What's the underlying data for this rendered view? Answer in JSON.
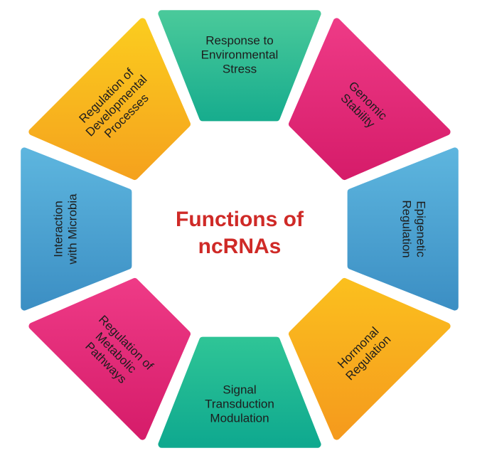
{
  "title": {
    "lines": [
      "Functions of",
      "ncRNAs"
    ]
  },
  "segments": [
    {
      "id": "response-to-environmental-stress",
      "lines": [
        "Response to",
        "Environmental",
        "Stress"
      ],
      "color_top": "#49c99a",
      "color_bottom": "#18ad8e"
    },
    {
      "id": "genomic-stability",
      "lines": [
        "Genomic",
        "Stability"
      ],
      "color_top": "#ee3a86",
      "color_bottom": "#d61c6a"
    },
    {
      "id": "epigenetic-regulation",
      "lines": [
        "Epigenetic",
        "Regulation"
      ],
      "color_top": "#5db5de",
      "color_bottom": "#3c8fc4"
    },
    {
      "id": "hormonal-regulation",
      "lines": [
        "Hormonal",
        "Regulation"
      ],
      "color_top": "#fbbf1e",
      "color_bottom": "#f59a1d"
    },
    {
      "id": "signal-transduction-modulation",
      "lines": [
        "Signal",
        "Transduction",
        "Modulation"
      ],
      "color_top": "#2ec496",
      "color_bottom": "#0fa98f"
    },
    {
      "id": "regulation-of-metabolic-pathways",
      "lines": [
        "Regulation of",
        "Metabolic",
        "Pathways"
      ],
      "color_top": "#ee3a86",
      "color_bottom": "#d61c6a"
    },
    {
      "id": "interaction-with-microbia",
      "lines": [
        "Interaction",
        "with Microbia"
      ],
      "color_top": "#5db5de",
      "color_bottom": "#3c8fc4"
    },
    {
      "id": "regulation-of-developmental-processes",
      "lines": [
        "Regulation of",
        "Developmental",
        "Processes"
      ],
      "color_top": "#fbcc1f",
      "color_bottom": "#f5a21d"
    }
  ]
}
